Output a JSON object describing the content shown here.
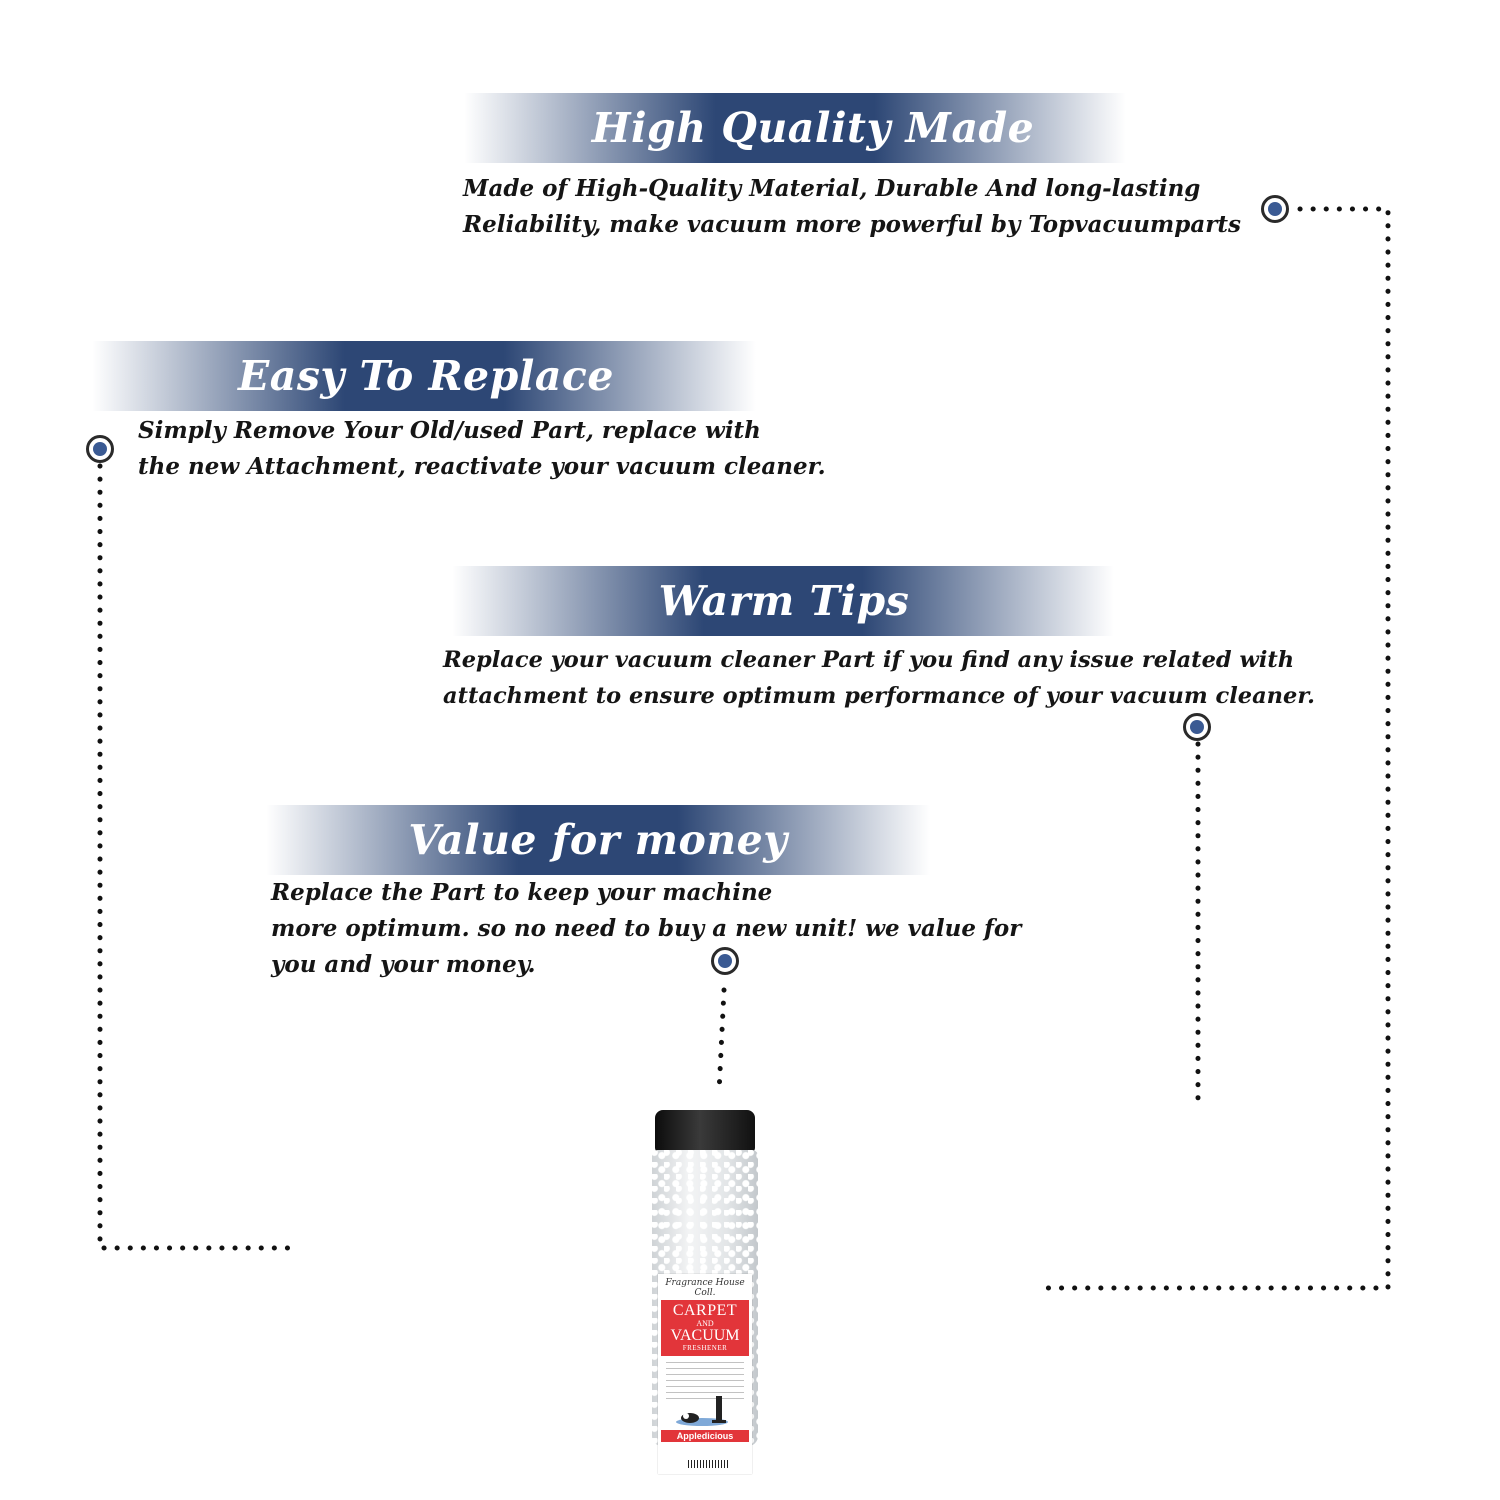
{
  "colors": {
    "banner": "#2d4775",
    "marker": "#3a5a93",
    "text": "#151515"
  },
  "sections": [
    {
      "title": "High Quality Made",
      "lines": [
        "Made of  High-Quality Material, Durable And long-lasting",
        "Reliability, make vacuum more powerful by Topvacuumparts"
      ]
    },
    {
      "title": "Easy To Replace",
      "lines": [
        "Simply Remove Your Old/used Part, replace with",
        "the new Attachment, reactivate your vacuum cleaner."
      ]
    },
    {
      "title": "Warm Tips",
      "lines": [
        "Replace your vacuum cleaner Part if you find any issue related with",
        " attachment to ensure optimum performance of your vacuum cleaner."
      ]
    },
    {
      "title": "Value for money",
      "lines": [
        "Replace the Part to keep your machine",
        "more optimum. so no need to buy a new unit! we value for",
        "you and your money."
      ]
    }
  ],
  "product": {
    "brand_script": "Fragrance House Coll.",
    "name_line1": "CARPET",
    "name_line2": "AND",
    "name_line3": "VACUUM",
    "name_line4": "FRESHENER",
    "scent": "Appledicious"
  }
}
